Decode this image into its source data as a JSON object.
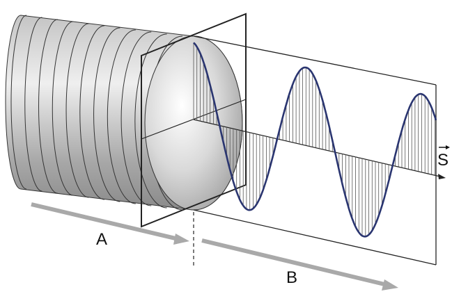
{
  "labels": {
    "region_a": "A",
    "region_b": "B",
    "vector_symbol": "S"
  },
  "wave": {
    "visible_half_periods": 4.2
  },
  "colors": {
    "wave_line": "#2a3570",
    "arrow_gray": "#a9a9a9",
    "outline": "#222222"
  }
}
